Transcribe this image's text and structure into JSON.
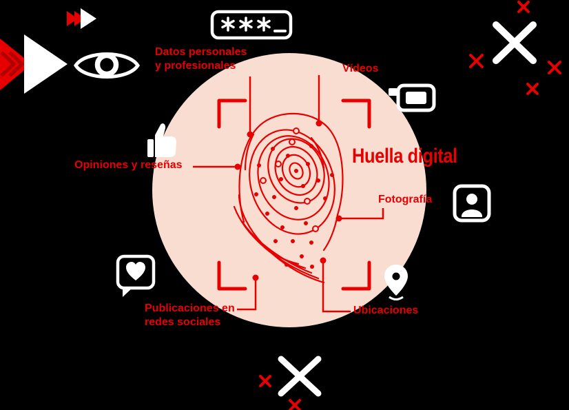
{
  "title": "Huella digital",
  "labels": {
    "datos": "Datos personales y profesionales",
    "videos": "Vídeos",
    "opiniones": "Opiniones y reseñas",
    "fotografia": "Fotografía",
    "publicaciones": "Publicaciones en redes sociales",
    "ubicaciones": "Ubicaciones"
  },
  "colors": {
    "background": "#000000",
    "accent_red": "#e60000",
    "dark_red": "#b00000",
    "circle_fill": "#f9ddd1",
    "icon_white": "#ffffff"
  },
  "icons": {
    "password_mask": "password-mask-icon",
    "eye": "eye-icon",
    "play_arrows_top": "play-arrows-top-icon",
    "play_arrows_left": "play-arrows-left-icon",
    "thumbs_up": "thumbs-up-icon",
    "heart_bubble": "heart-bubble-icon",
    "video_camera": "video-camera-icon",
    "portrait": "portrait-icon",
    "location_pin": "location-pin-icon",
    "cross_top_right": "cross-icon",
    "cross_bottom": "cross-icon",
    "scatter_x": "x-mark-icon"
  }
}
